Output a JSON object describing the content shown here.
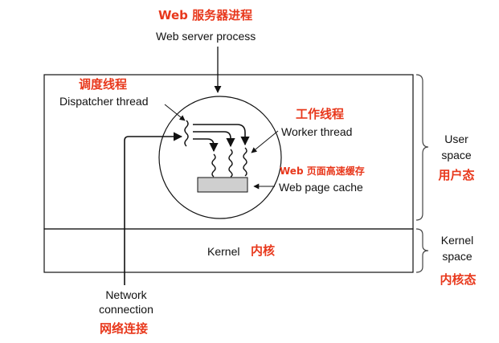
{
  "labels": {
    "web_server_process_cn": "Web 服务器进程",
    "web_server_process": "Web server process",
    "dispatcher_cn": "调度线程",
    "dispatcher": "Dispatcher thread",
    "worker_cn": "工作线程",
    "worker": "Worker thread",
    "cache_cn": "Web 页面高速缓存",
    "cache": "Web page cache",
    "user_space_line1": "User",
    "user_space_line2": "space",
    "user_space_cn": "用户态",
    "kernel": "Kernel",
    "kernel_cn": "内核",
    "kernel_space_line1": "Kernel",
    "kernel_space_line2": "space",
    "kernel_space_cn": "内核态",
    "network_line1": "Network",
    "network_line2": "connection",
    "network_cn": "网络连接"
  },
  "colors": {
    "chinese_text": "#e8381c",
    "lines": "#111111",
    "cache_fill": "#cfcfcf",
    "bracket": "#444444"
  }
}
